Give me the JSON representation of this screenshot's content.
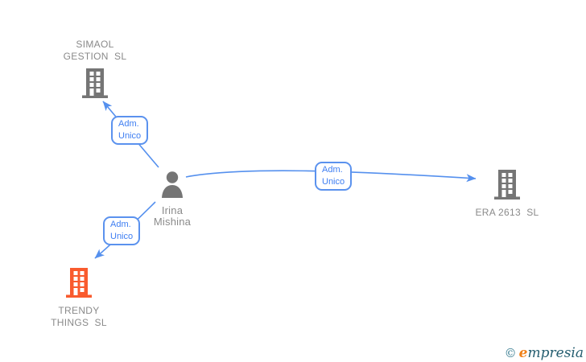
{
  "diagram": {
    "type": "corporate-relationship-graph",
    "person": {
      "name": "Irina\nMishina"
    },
    "companies": {
      "simaol": {
        "name": "SIMAOL\nGESTION  SL",
        "highlighted": false
      },
      "era": {
        "name": "ERA 2613  SL",
        "highlighted": false
      },
      "trendy": {
        "name": "TRENDY\nTHINGS  SL",
        "highlighted": true
      }
    },
    "edges": {
      "to_simaol": {
        "from": "Irina Mishina",
        "to": "SIMAOL GESTION SL",
        "label": "Adm.\nUnico"
      },
      "to_era": {
        "from": "Irina Mishina",
        "to": "ERA 2613 SL",
        "label": "Adm.\nUnico"
      },
      "to_trendy": {
        "from": "Irina Mishina",
        "to": "TRENDY THINGS SL",
        "label": "Adm.\nUnico"
      }
    },
    "colors": {
      "edge_blue": "#5590ee",
      "edge_label_border": "#5b92ee",
      "edge_label_text": "#3e7ef2",
      "node_gray": "#757575",
      "node_highlight_orange": "#f95b2e",
      "node_label_gray": "#8a8a8a",
      "background": "#ffffff"
    }
  },
  "watermark": {
    "symbol": "©",
    "brand_initial": "e",
    "brand_rest": "mpresia",
    "symbol_color": "#367c91",
    "initial_color": "#f08119",
    "text_color": "#255e70"
  }
}
